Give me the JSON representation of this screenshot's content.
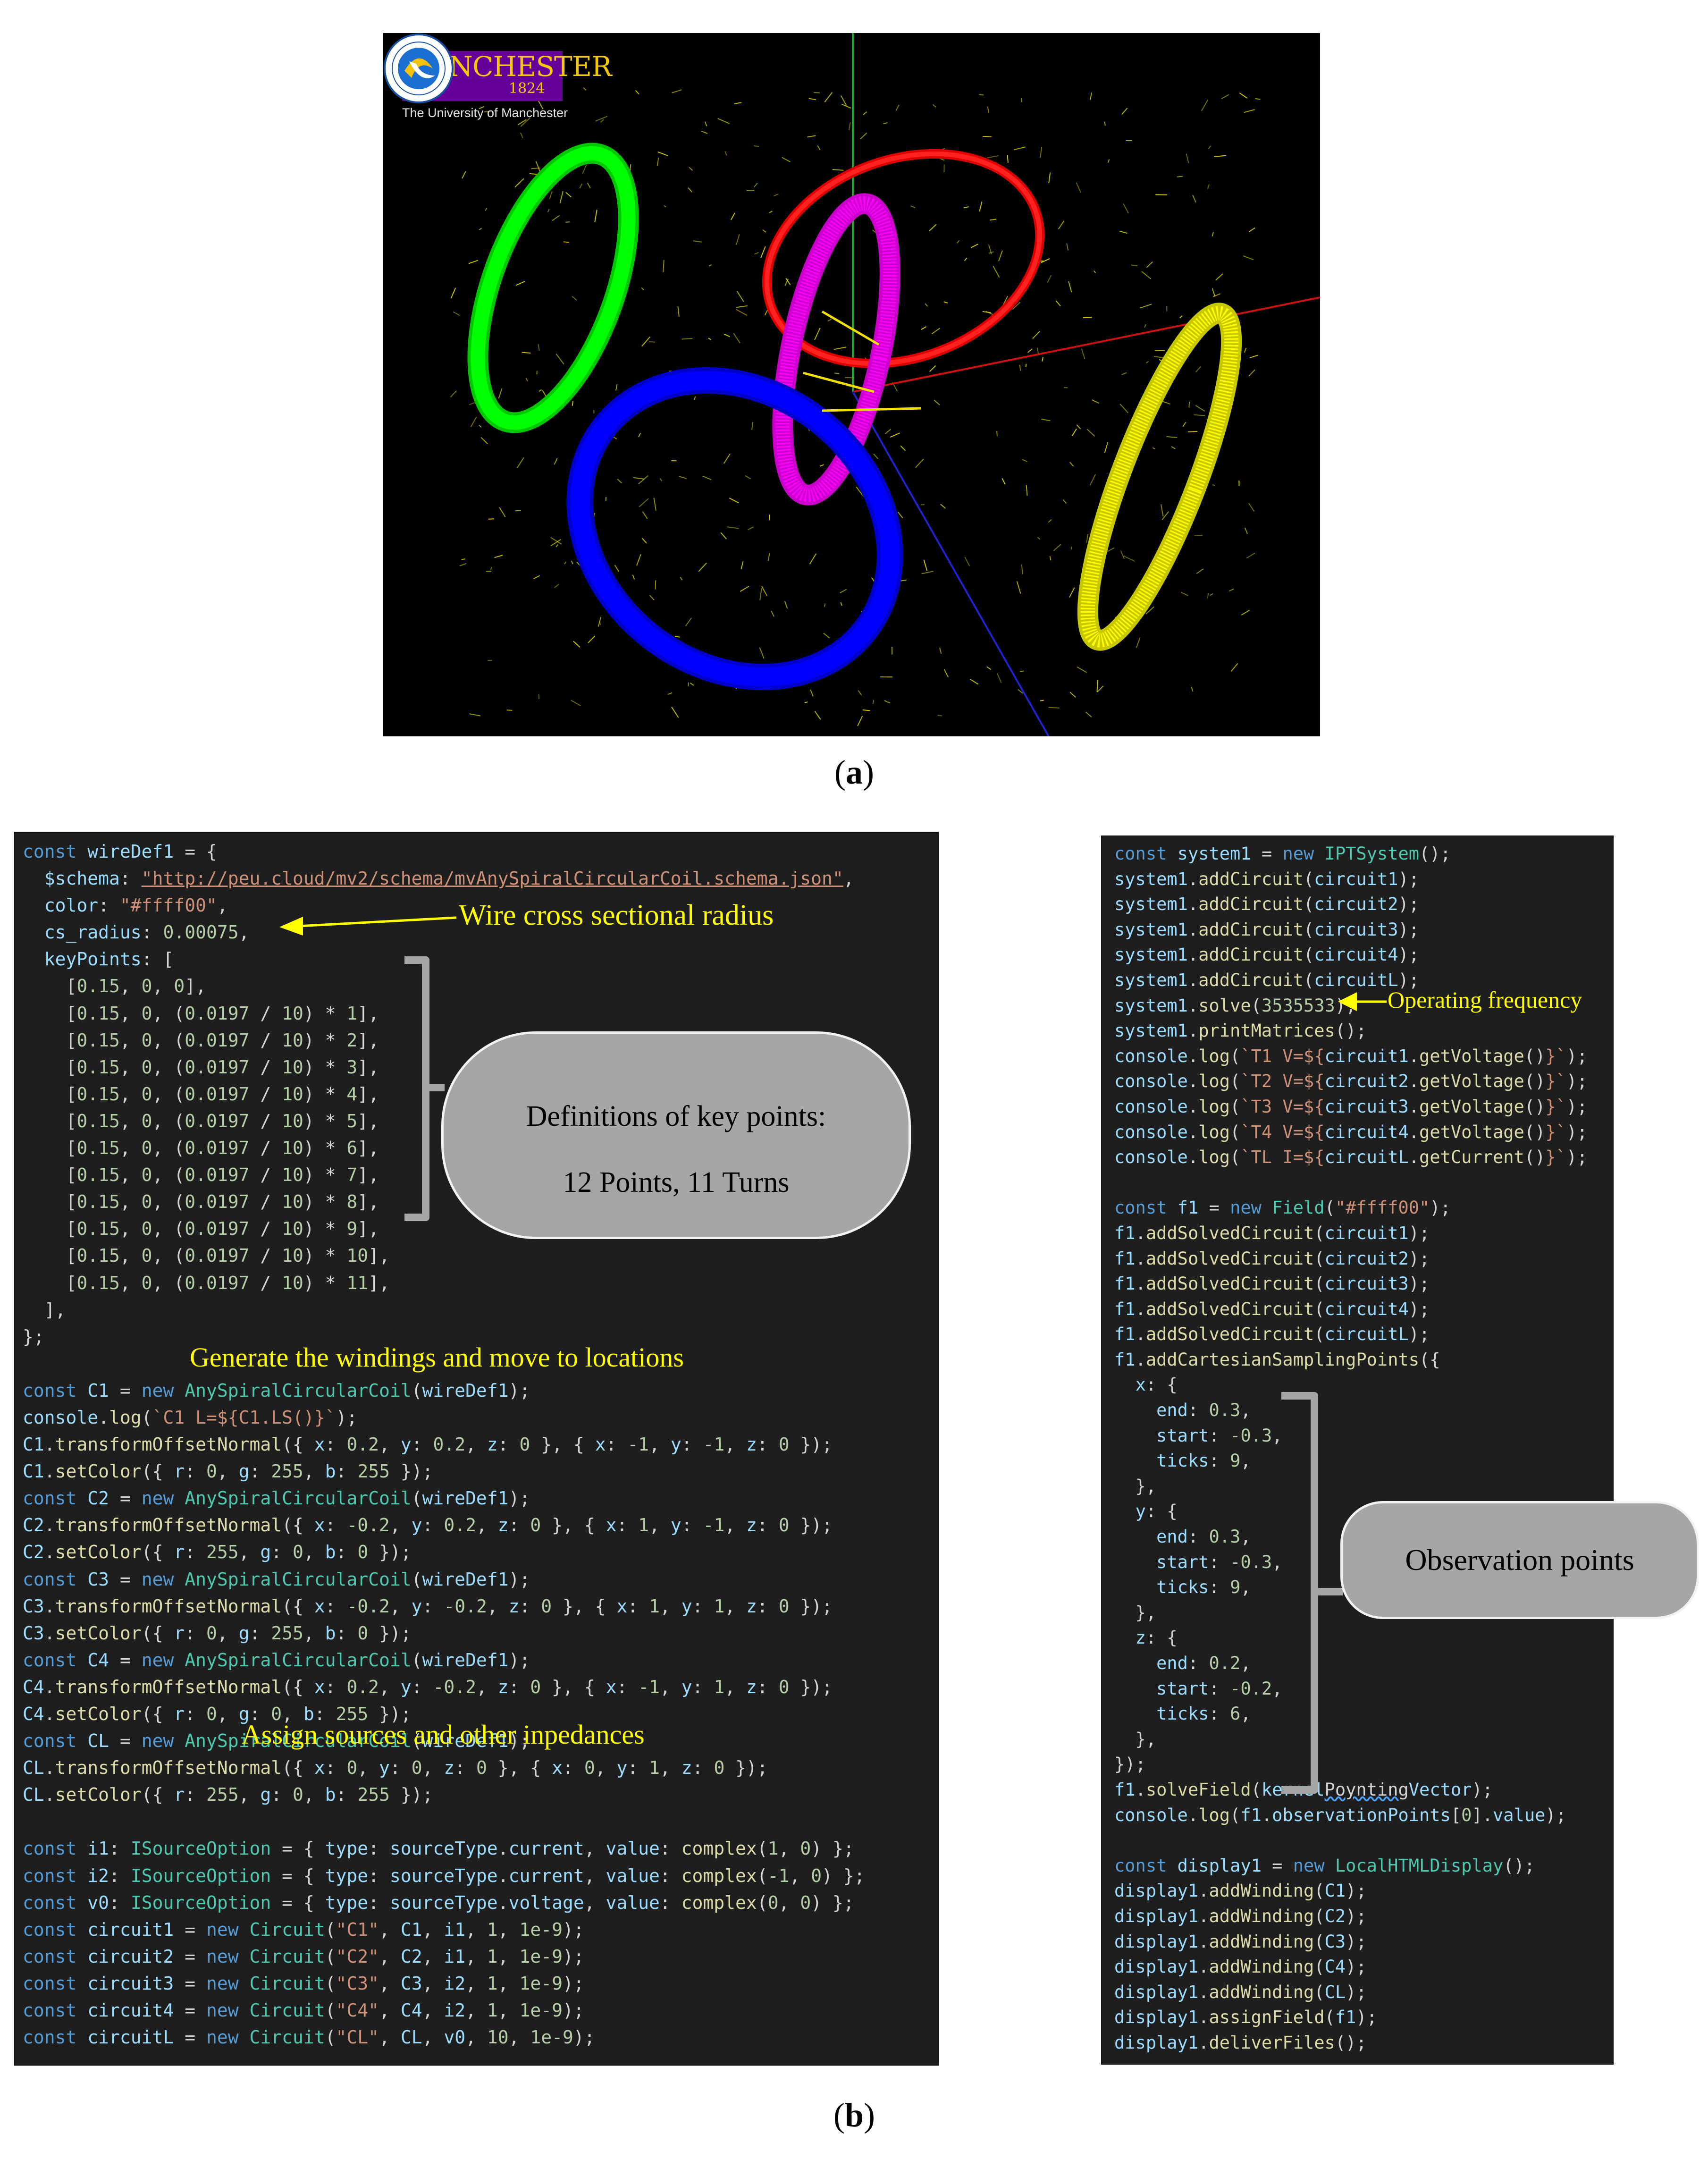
{
  "panel_a": {
    "logo_text": "MANCHESTER",
    "logo_year": "1824",
    "logo_subtitle": "The University of Manchester",
    "caption_letter": "a",
    "coil_colors": {
      "green": "#00ff00",
      "red": "#ff0000",
      "magenta": "#ff00ff",
      "blue": "#0000ff",
      "yellow": "#ffff00"
    },
    "axis_colors": {
      "x": "#cc1111",
      "y": "#22aa22",
      "z": "#2222cc"
    },
    "field_arrow_color": "#d9d200"
  },
  "panel_b": {
    "caption_letter": "b",
    "annotations": {
      "cs_radius": "Wire cross sectional radius",
      "keypoints_line1": "Definitions of key points:",
      "keypoints_line2": "12 Points, 11 Turns",
      "generate": "Generate the windings and move to locations",
      "assign": "Assign sources and other inpedances",
      "frequency": "Operating frequency",
      "observation": "Observation points"
    },
    "annotation_color": "#ffff00",
    "code_background": "#1e1e1e"
  }
}
